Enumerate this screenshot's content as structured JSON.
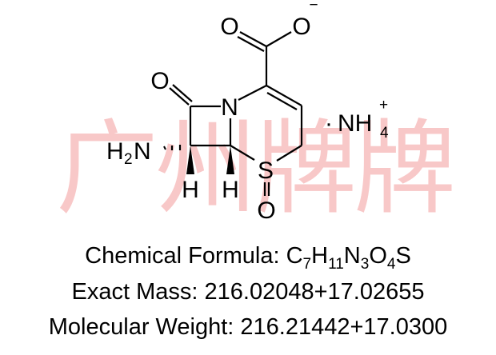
{
  "watermark": "广州牌牌",
  "structure": {
    "atoms": {
      "o_keto": "O",
      "n_ring": "N",
      "o_carbonyl": "O",
      "o_anion": "O",
      "charge_minus": "−",
      "s": "S",
      "o_sulfoxide": "O",
      "h_left": "H",
      "h_right": "H",
      "amine": "H",
      "amine_sub": "2",
      "amine_n": "N",
      "dot": "·",
      "ammonium": "NH",
      "ammonium_sub": "4",
      "charge_plus": "+"
    }
  },
  "info": {
    "formula_label": "Chemical Formula: ",
    "formula": [
      "C",
      "7",
      "H",
      "11",
      "N",
      "3",
      "O",
      "4",
      "S"
    ],
    "exact_mass": "Exact Mass: 216.02048+17.02655",
    "molecular_weight": "Molecular Weight: 216.21442+17.0300"
  }
}
